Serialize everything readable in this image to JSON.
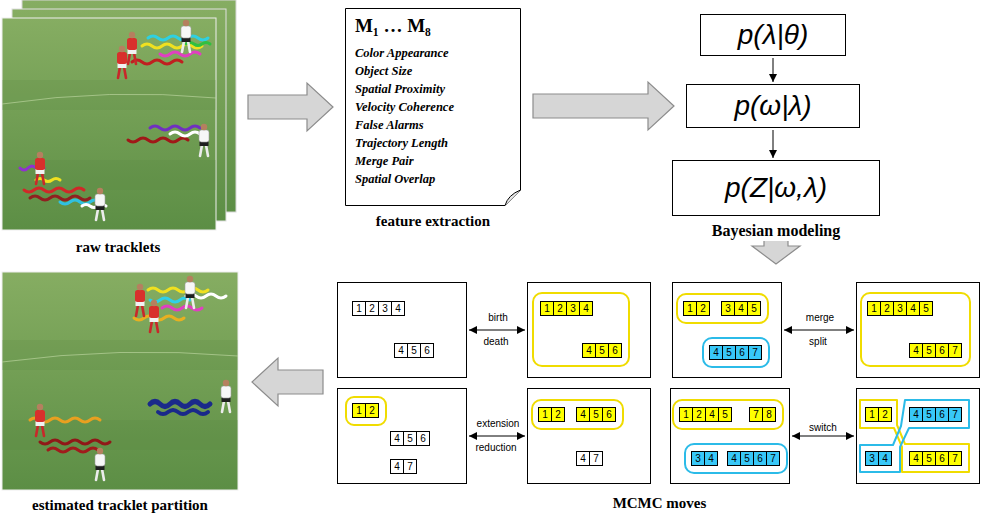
{
  "diagram": {
    "nodes": [
      {
        "text": [
          "raw tracklets"
        ]
      },
      {
        "text": [
          "M₁ … M₈",
          "Color Appearance",
          "Object Size",
          "Spatial Proximity",
          "Velocity Coherence",
          "False Alarms",
          "Trajectory Length",
          "Merge Pair",
          "Spatial Overlap",
          "feature extraction"
        ]
      },
      {
        "text": [
          "p(λ|θ)"
        ]
      },
      {
        "text": [
          "p(ω|λ)"
        ]
      },
      {
        "text": [
          "p(Z|ω,λ)"
        ]
      },
      {
        "text": [
          "estimated tracklet partition"
        ]
      },
      {
        "text": [
          "MCMC moves"
        ]
      },
      {
        "text": [],
        "in": 6
      },
      {
        "text": [
          "1"
        ],
        "in": 7
      },
      {
        "text": [
          "2"
        ],
        "in": 7
      },
      {
        "text": [
          "3"
        ],
        "in": 7
      },
      {
        "text": [
          "4"
        ],
        "in": 7
      },
      {
        "text": [
          "4"
        ],
        "in": 7
      },
      {
        "text": [
          "5"
        ],
        "in": 7
      },
      {
        "text": [
          "6"
        ],
        "in": 7
      },
      {
        "text": [],
        "in": 6
      },
      {
        "text": [
          "1"
        ],
        "in": 15
      },
      {
        "text": [
          "2"
        ],
        "in": 15
      },
      {
        "text": [
          "3"
        ],
        "in": 15
      },
      {
        "text": [
          "4"
        ],
        "in": 15
      },
      {
        "text": [
          "4"
        ],
        "in": 15
      },
      {
        "text": [
          "5"
        ],
        "in": 15
      },
      {
        "text": [
          "6"
        ],
        "in": 15
      },
      {
        "text": [],
        "in": 6
      },
      {
        "text": [
          "1"
        ],
        "in": 23
      },
      {
        "text": [
          "2"
        ],
        "in": 23
      },
      {
        "text": [
          "3"
        ],
        "in": 23
      },
      {
        "text": [
          "4"
        ],
        "in": 23
      },
      {
        "text": [
          "5"
        ],
        "in": 23
      },
      {
        "text": [
          "4"
        ],
        "in": 23
      },
      {
        "text": [
          "5"
        ],
        "in": 23
      },
      {
        "text": [
          "6"
        ],
        "in": 23
      },
      {
        "text": [
          "7"
        ],
        "in": 23
      },
      {
        "text": [],
        "in": 6
      },
      {
        "text": [
          "1"
        ],
        "in": 33
      },
      {
        "text": [
          "2"
        ],
        "in": 33
      },
      {
        "text": [
          "3"
        ],
        "in": 33
      },
      {
        "text": [
          "4"
        ],
        "in": 33
      },
      {
        "text": [
          "5"
        ],
        "in": 33
      },
      {
        "text": [
          "4"
        ],
        "in": 33
      },
      {
        "text": [
          "5"
        ],
        "in": 33
      },
      {
        "text": [
          "6"
        ],
        "in": 33
      },
      {
        "text": [
          "7"
        ],
        "in": 33
      },
      {
        "text": [],
        "in": 6
      },
      {
        "text": [
          "1"
        ],
        "in": 43
      },
      {
        "text": [
          "2"
        ],
        "in": 43
      },
      {
        "text": [
          "4"
        ],
        "in": 43
      },
      {
        "text": [
          "5"
        ],
        "in": 43
      },
      {
        "text": [
          "6"
        ],
        "in": 43
      },
      {
        "text": [
          "4"
        ],
        "in": 43
      },
      {
        "text": [
          "7"
        ],
        "in": 43
      },
      {
        "text": [],
        "in": 6
      },
      {
        "text": [
          "1"
        ],
        "in": 51
      },
      {
        "text": [
          "2"
        ],
        "in": 51
      },
      {
        "text": [
          "4"
        ],
        "in": 51
      },
      {
        "text": [
          "5"
        ],
        "in": 51
      },
      {
        "text": [
          "6"
        ],
        "in": 51
      },
      {
        "text": [
          "4"
        ],
        "in": 51
      },
      {
        "text": [
          "7"
        ],
        "in": 51
      },
      {
        "text": [],
        "in": 6
      },
      {
        "text": [
          "1"
        ],
        "in": 59
      },
      {
        "text": [
          "2"
        ],
        "in": 59
      },
      {
        "text": [
          "4"
        ],
        "in": 59
      },
      {
        "text": [
          "5"
        ],
        "in": 59
      },
      {
        "text": [
          "7"
        ],
        "in": 59
      },
      {
        "text": [
          "8"
        ],
        "in": 59
      },
      {
        "text": [
          "3"
        ],
        "in": 59
      },
      {
        "text": [
          "4"
        ],
        "in": 59
      },
      {
        "text": [
          "4"
        ],
        "in": 59
      },
      {
        "text": [
          "5"
        ],
        "in": 59
      },
      {
        "text": [
          "6"
        ],
        "in": 59
      },
      {
        "text": [
          "7"
        ],
        "in": 59
      },
      {
        "text": [],
        "in": 6
      },
      {
        "text": [
          "1"
        ],
        "in": 72
      },
      {
        "text": [
          "2"
        ],
        "in": 72
      },
      {
        "text": [
          "4"
        ],
        "in": 72
      },
      {
        "text": [
          "5"
        ],
        "in": 72
      },
      {
        "text": [
          "6"
        ],
        "in": 72
      },
      {
        "text": [
          "7"
        ],
        "in": 72
      },
      {
        "text": [
          "3"
        ],
        "in": 72
      },
      {
        "text": [
          "4"
        ],
        "in": 72
      },
      {
        "text": [
          "4"
        ],
        "in": 72
      },
      {
        "text": [
          "5"
        ],
        "in": 72
      },
      {
        "text": [
          "6"
        ],
        "in": 72
      },
      {
        "text": [
          "7"
        ],
        "in": 72
      }
    ],
    "edges": [
      {
        "from": 0,
        "to": 1,
        "arrow": "to"
      },
      {
        "from": 1,
        "to": 3,
        "arrow": "to"
      },
      {
        "from": 2,
        "to": 3,
        "arrow": "to"
      },
      {
        "from": 3,
        "to": 4,
        "arrow": "to"
      },
      {
        "from": 4,
        "to": 6,
        "arrow": "to"
      },
      {
        "from": 6,
        "to": 5,
        "arrow": "to"
      },
      {
        "from": 7,
        "to": 15,
        "label": "birth death",
        "arrow": "both"
      },
      {
        "from": 23,
        "to": 33,
        "label": "merge split",
        "arrow": "both"
      },
      {
        "from": 43,
        "to": 51,
        "label": "extension reduction",
        "arrow": "both"
      },
      {
        "from": 59,
        "to": 72,
        "label": "switch",
        "arrow": "both"
      }
    ],
    "labels": [
      "Bayesian modeling"
    ]
  }
}
